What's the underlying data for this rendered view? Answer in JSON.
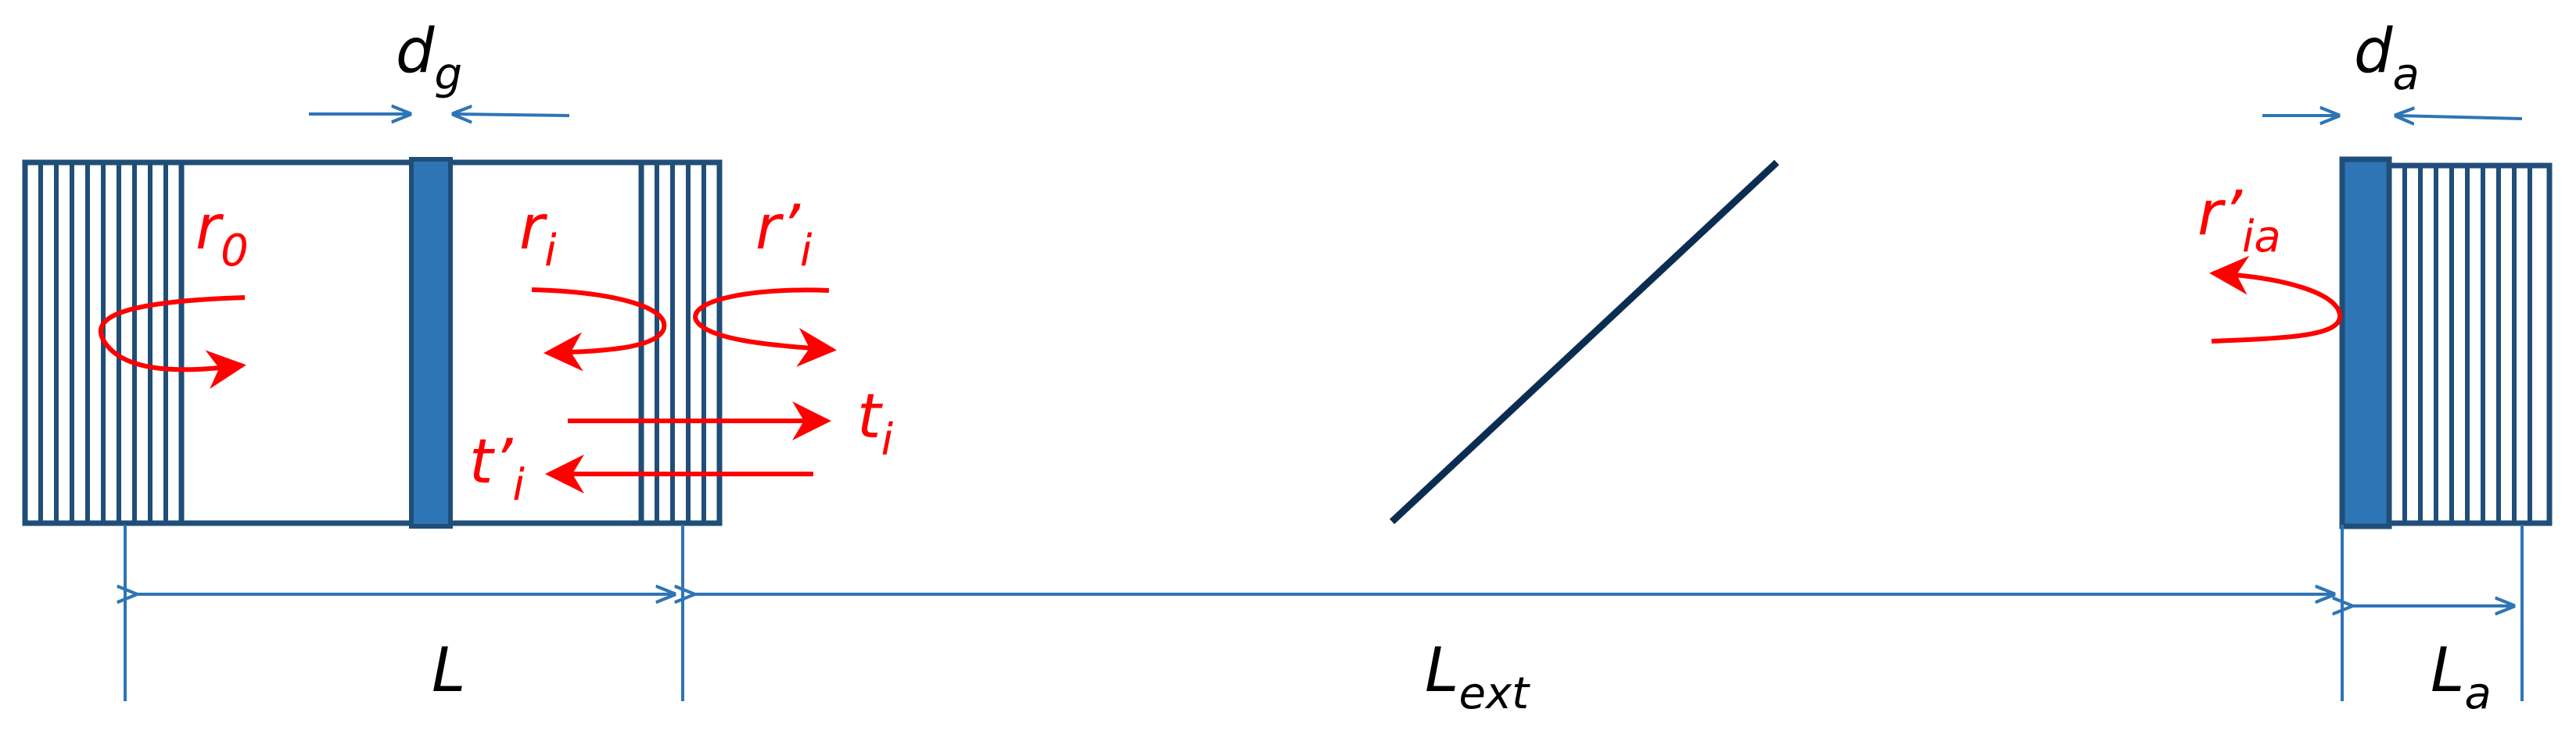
{
  "colors": {
    "structure": "#1f4e79",
    "gap_fill": "#2e75b6",
    "dimension": "#2e75b6",
    "beam": "#ff0000",
    "text": "#000000",
    "diagonal": "#0b2d52"
  },
  "labels": {
    "dg": {
      "main": "d",
      "sub": "g"
    },
    "da": {
      "main": "d",
      "sub": "a"
    },
    "L": {
      "main": "L",
      "sub": ""
    },
    "Lext": {
      "main": "L",
      "sub": "ext"
    },
    "La": {
      "main": "L",
      "sub": "a"
    },
    "r0": {
      "main": "r",
      "sub": "0"
    },
    "ri": {
      "main": "r",
      "sub": "i"
    },
    "rpi": {
      "main": "r’",
      "sub": "i"
    },
    "ti": {
      "main": "t",
      "sub": "i"
    },
    "tpi": {
      "main": "t’",
      "sub": "i"
    },
    "rpia": {
      "main": "r’",
      "sub": "ia"
    }
  }
}
